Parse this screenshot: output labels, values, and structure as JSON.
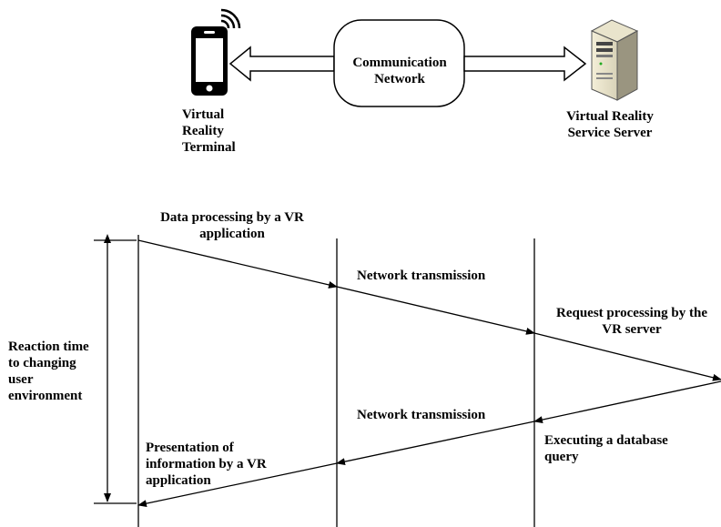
{
  "top": {
    "network_label": "Communication\nNetwork",
    "terminal_label": "Virtual\nReality\nTerminal",
    "server_label": "Virtual Reality\nService Server",
    "terminal_icon": "smartphone-wifi-icon",
    "server_icon": "server-tower-icon"
  },
  "sequence": {
    "reaction_label": "Reaction time\nto changing\nuser\nenvironment",
    "step1": "Data processing by a VR\napplication",
    "step2": "Network transmission",
    "step3": "Request processing by the\nVR server",
    "step4": "Network transmission",
    "step5": "Executing a database\nquery",
    "step6": "Presentation of\ninformation by a VR\napplication"
  }
}
